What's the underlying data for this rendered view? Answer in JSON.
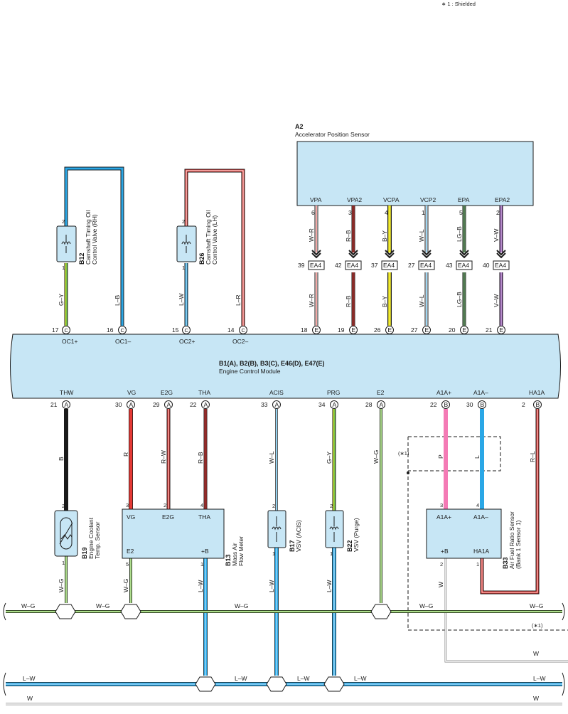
{
  "note": "∗ 1 : Shielded",
  "a2": {
    "code": "A2",
    "name": "Accelerator Position Sensor",
    "pins": [
      {
        "term": "VPA",
        "pin": "6",
        "wire": "W–R",
        "ea4": "39",
        "ecm_pin": "18",
        "ecm_conn": "E",
        "ecm_term": "VPA"
      },
      {
        "term": "VPA2",
        "pin": "3",
        "wire": "R–B",
        "ea4": "42",
        "ecm_pin": "19",
        "ecm_conn": "E",
        "ecm_term": "VPA2"
      },
      {
        "term": "VCPA",
        "pin": "4",
        "wire": "B–Y",
        "ea4": "37",
        "ecm_pin": "26",
        "ecm_conn": "E",
        "ecm_term": "VCPA"
      },
      {
        "term": "VCP2",
        "pin": "1",
        "wire": "W–L",
        "ea4": "27",
        "ecm_pin": "27",
        "ecm_conn": "E",
        "ecm_term": "VCP2"
      },
      {
        "term": "EPA",
        "pin": "5",
        "wire": "LG–B",
        "ea4": "43",
        "ecm_pin": "20",
        "ecm_conn": "E",
        "ecm_term": "EPA"
      },
      {
        "term": "EPA2",
        "pin": "2",
        "wire": "V–W",
        "ea4": "40",
        "ecm_pin": "21",
        "ecm_conn": "E",
        "ecm_term": "EPA2"
      }
    ],
    "ea4_label": "EA4"
  },
  "b12": {
    "code": "B12",
    "name1": "Camshaft Timing Oil",
    "name2": "Control Valve (RH)",
    "pin_top": "2",
    "pin_bot": "1",
    "wire1": "G–Y",
    "wire2": "L–B"
  },
  "b26": {
    "code": "B26",
    "name1": "Camshaft Timing Oil",
    "name2": "Control Valve (LH)",
    "pin_top": "2",
    "pin_bot": "1",
    "wire1": "L–W",
    "wire2": "L–R"
  },
  "ecm": {
    "title": "B1(A), B2(B), B3(C), E46(D), E47(E)",
    "name": "Engine Control Module",
    "top_pins": [
      {
        "pin": "17",
        "conn": "C",
        "term": "OC1+"
      },
      {
        "pin": "16",
        "conn": "C",
        "term": "OC1–"
      },
      {
        "pin": "15",
        "conn": "C",
        "term": "OC2+"
      },
      {
        "pin": "14",
        "conn": "C",
        "term": "OC2–"
      }
    ],
    "bottom_pins": [
      {
        "pin": "21",
        "conn": "A",
        "term": "THW"
      },
      {
        "pin": "30",
        "conn": "A",
        "term": "VG"
      },
      {
        "pin": "29",
        "conn": "A",
        "term": "E2G"
      },
      {
        "pin": "22",
        "conn": "A",
        "term": "THA"
      },
      {
        "pin": "33",
        "conn": "A",
        "term": "ACIS"
      },
      {
        "pin": "34",
        "conn": "A",
        "term": "PRG"
      },
      {
        "pin": "28",
        "conn": "A",
        "term": "E2"
      },
      {
        "pin": "22",
        "conn": "B",
        "term": "A1A+"
      },
      {
        "pin": "30",
        "conn": "B",
        "term": "A1A–"
      },
      {
        "pin": "2",
        "conn": "B",
        "term": "HA1A"
      }
    ]
  },
  "b19": {
    "code": "B19",
    "name1": "Engine Coolant",
    "name2": "Temp. Sensor",
    "pin_top": "2",
    "pin_bot": "1",
    "wire_top": "B",
    "wire_bot": "W–G"
  },
  "b13": {
    "code": "B13",
    "name1": "Mass Air",
    "name2": "Flow Meter",
    "terms_top": [
      "VG",
      "E2G",
      "THA"
    ],
    "pins_top": [
      "3",
      "2",
      "4"
    ],
    "terms_bot": [
      "E2",
      "+B"
    ],
    "pins_bot": [
      "5",
      "1"
    ],
    "wires": [
      "R",
      "R–W",
      "R–B"
    ],
    "wire_e2": "W–G",
    "wire_b": "L–W"
  },
  "b17": {
    "code": "B17",
    "name": "VSV (ACIS)",
    "pin_top": "2",
    "pin_bot": "1",
    "wire_top": "W–L",
    "wire_bot": "L–W"
  },
  "b22": {
    "code": "B22",
    "name": "VSV (Purge)",
    "pin_top": "2",
    "pin_bot": "1",
    "wire_top": "G–Y",
    "wire_bot": "L–W"
  },
  "e2_wire": "W–G",
  "b33": {
    "code": "B33",
    "name1": "Air Fuel Ratio Sensor",
    "name2": "(Bank 1 Sensor 1)",
    "terms_top": [
      "A1A+",
      "A1A–"
    ],
    "pins_top": [
      "3",
      "4"
    ],
    "terms_bot": [
      "+B",
      "HA1A"
    ],
    "pins_bot": [
      "2",
      "1"
    ],
    "wires": [
      "P",
      "L",
      "R–L"
    ],
    "wire_b": "W",
    "shield": "(∗1)"
  },
  "buses": {
    "wg": "W–G",
    "lw": "L–W",
    "w": "W"
  }
}
